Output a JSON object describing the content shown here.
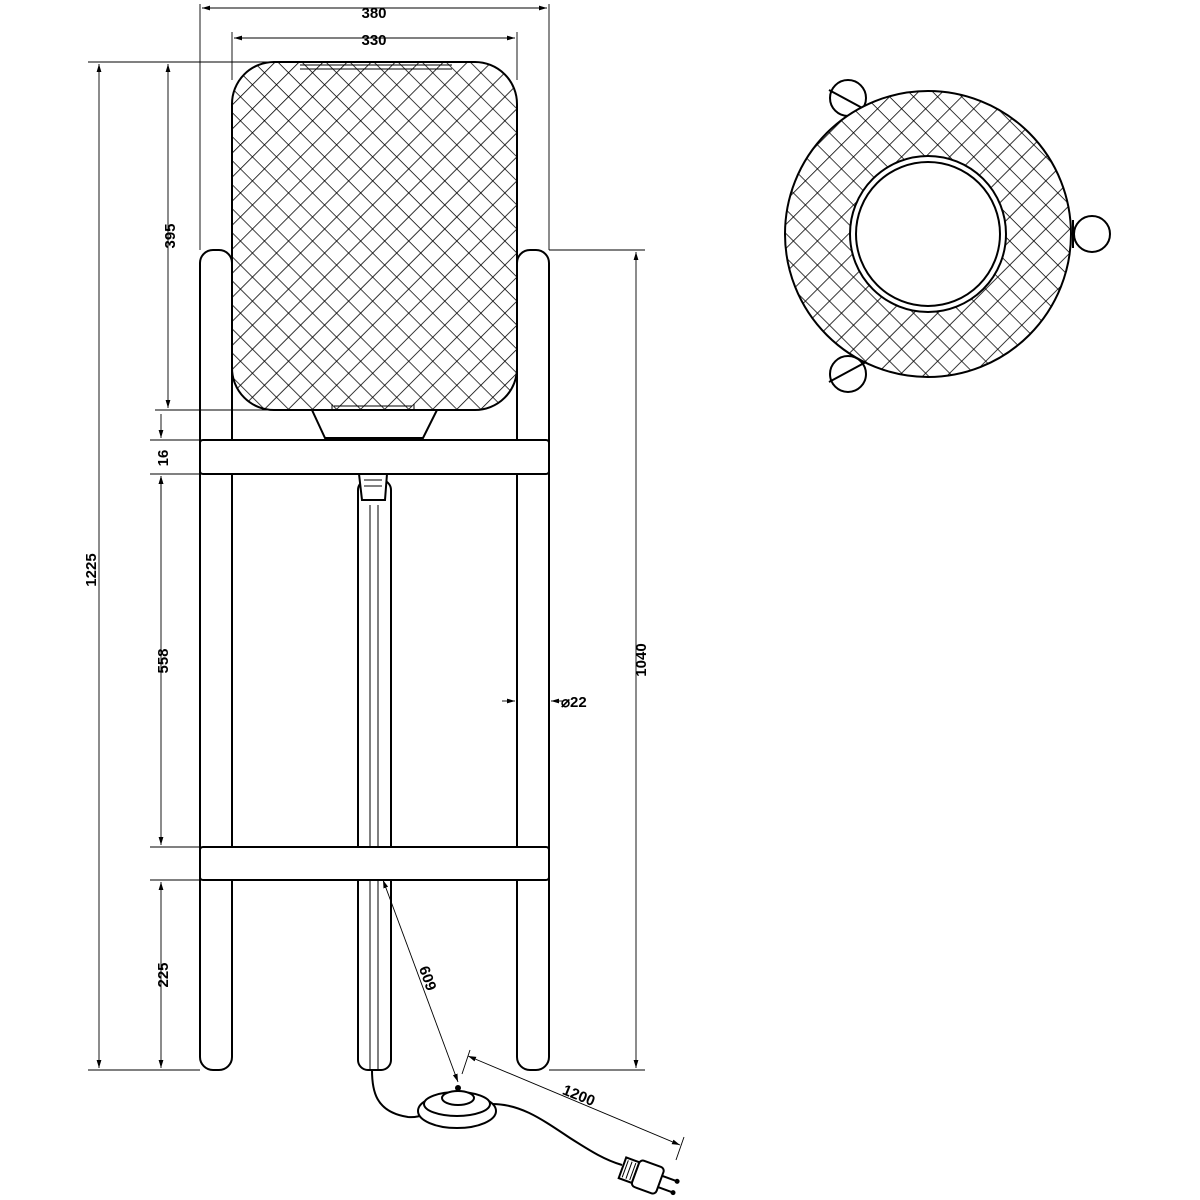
{
  "drawing": {
    "dimensions": {
      "overall_width": "380",
      "shade_width": "330",
      "total_height": "1225",
      "shade_height": "395",
      "shelf_thickness": "16",
      "upper_section_height": "558",
      "lower_section_height": "225",
      "frame_height": "1040",
      "leg_diameter": "⌀22",
      "cable_to_switch": "609",
      "cable_to_plug": "1200"
    }
  }
}
